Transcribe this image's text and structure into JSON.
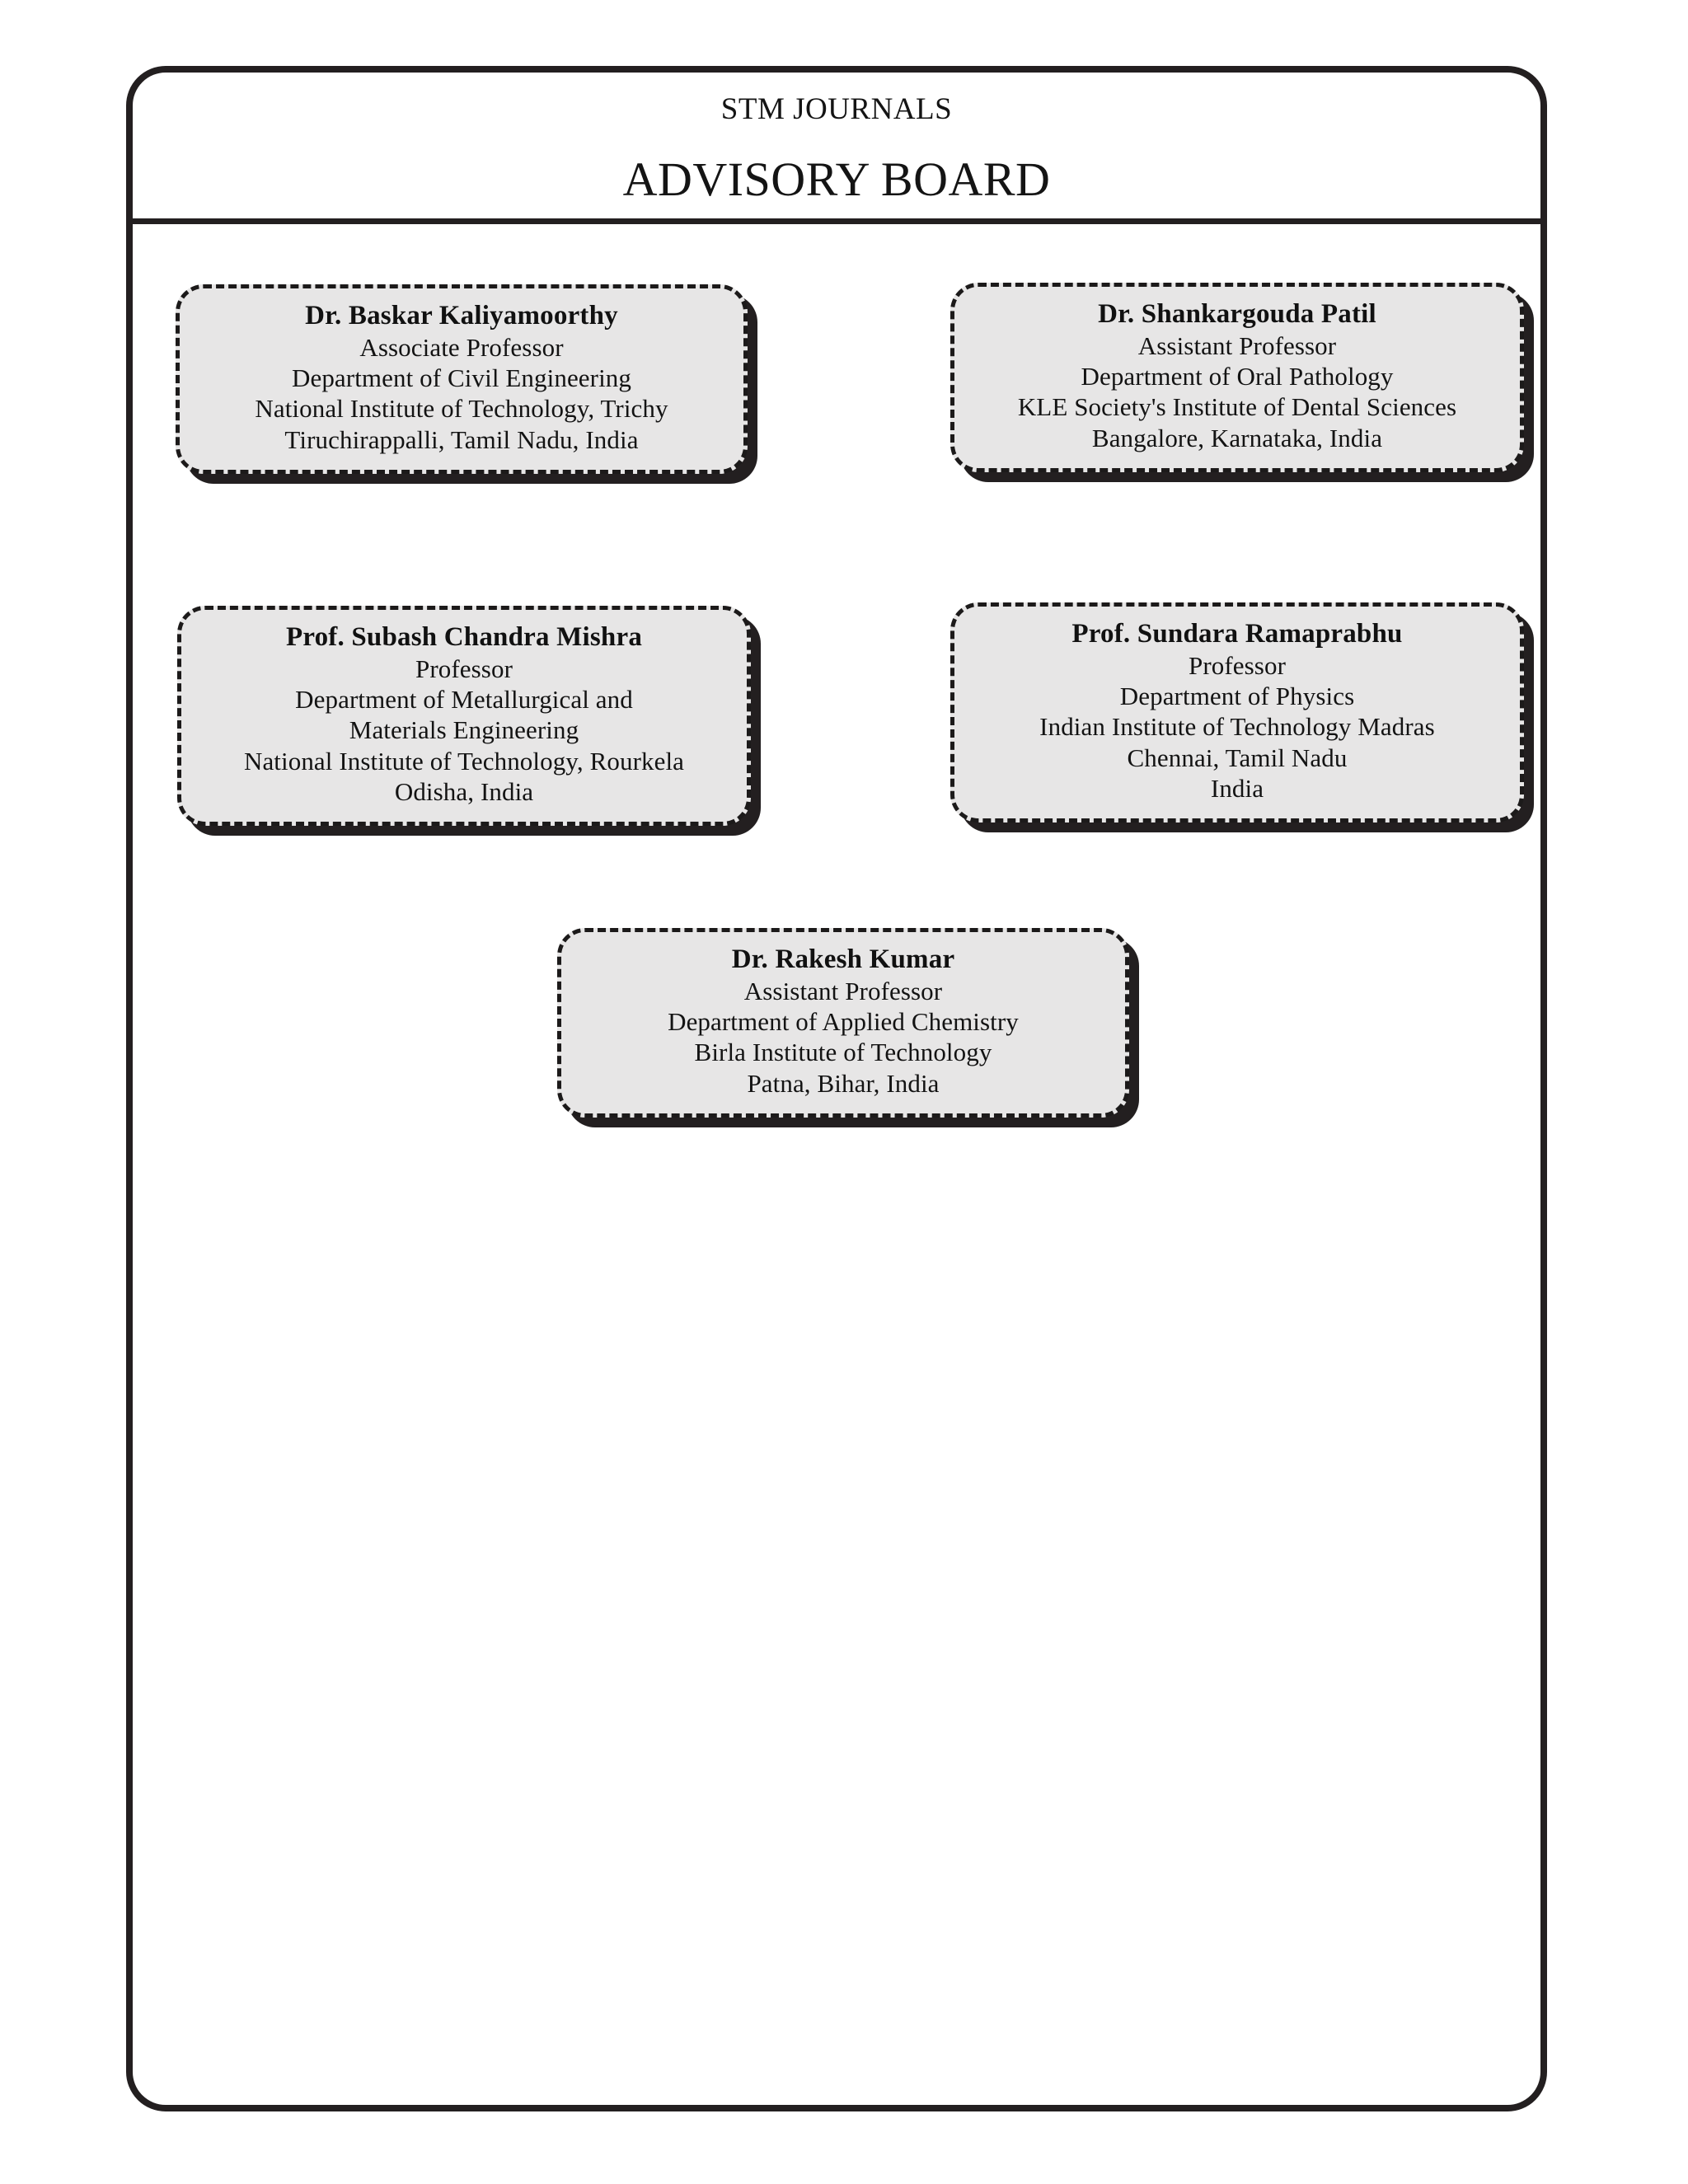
{
  "header": {
    "masthead": "STM JOURNALS",
    "title": "ADVISORY BOARD"
  },
  "colors": {
    "ink": "#231f20",
    "card_fill": "#e7e6e6",
    "card_border": "#1c1a1a",
    "page_background": "#ffffff"
  },
  "board": {
    "members": [
      {
        "name": "Dr. Baskar Kaliyamoorthy",
        "designation": "Associate Professor",
        "department": "Department of Civil Engineering",
        "institute": "National Institute of Technology, Trichy",
        "location": "Tiruchirappalli, Tamil Nadu, India",
        "extra": ""
      },
      {
        "name": "Dr. Shankargouda Patil",
        "designation": "Assistant Professor",
        "department": "Department of Oral Pathology",
        "institute": "KLE Society's Institute of Dental Sciences",
        "location": "Bangalore, Karnataka, India",
        "extra": ""
      },
      {
        "name": "Prof. Subash Chandra Mishra",
        "designation": "Professor",
        "department": "Department of Metallurgical and",
        "department2": "Materials Engineering",
        "institute": "National Institute of Technology, Rourkela",
        "location": "Odisha, India",
        "extra": ""
      },
      {
        "name": "Prof. Sundara Ramaprabhu",
        "designation": "Professor",
        "department": "Department of Physics",
        "institute": "Indian Institute of Technology Madras",
        "location": "Chennai, Tamil Nadu",
        "extra": "India"
      },
      {
        "name": "Dr. Rakesh Kumar",
        "designation": "Assistant Professor",
        "department": "Department of Applied Chemistry",
        "institute": "Birla Institute of Technology",
        "location": "Patna, Bihar, India",
        "extra": ""
      }
    ]
  }
}
